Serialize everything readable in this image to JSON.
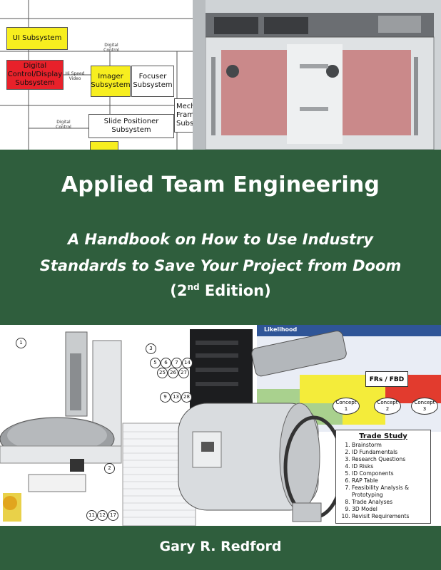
{
  "book": {
    "title": "Applied Team Engineering",
    "subtitle_line1": "A Handbook on How to Use Industry",
    "subtitle_line2": "Standards to Save Your Project from Doom",
    "edition_prefix": "(2",
    "edition_sup": "nd",
    "edition_suffix": " Edition)",
    "author": "Gary R. Redford"
  },
  "colors": {
    "band_green": "#2f5e3d",
    "block_yellow": "#f7ee1f",
    "block_red": "#e8212a",
    "title_white": "#ffffff"
  },
  "top_diagram": {
    "blocks": {
      "ui": "UI Subsystem",
      "digital_control_display": "Digital Control/Display Subsystem",
      "imager": "Imager Subsystem",
      "focuser": "Focuser Subsystem",
      "slide_positioner": "Slide Positioner Subsystem",
      "mech_partial": "Mecha Fram Subsy"
    },
    "signals": {
      "digital_control_top": "Digital Control",
      "hi_speed_video": "Hi Speed Video",
      "digital_control_left": "Digital Control"
    }
  },
  "bottom_collage": {
    "callouts": [
      "1",
      "3",
      "5",
      "6",
      "7",
      "14",
      "25",
      "26",
      "27",
      "9",
      "13",
      "28",
      "2",
      "11",
      "12",
      "17"
    ],
    "likelihood_header": "Likelihood",
    "frs_fbd": "FRs / FBD",
    "concepts": [
      {
        "label": "Concept",
        "num": "1"
      },
      {
        "label": "Concept",
        "num": "2"
      },
      {
        "label": "Concept",
        "num": "3"
      }
    ],
    "trade_study": {
      "title": "Trade Study",
      "steps": [
        "Brainstorm",
        "ID Fundamentals",
        "Research Questions",
        "ID Risks",
        "ID Components",
        "RAP Table",
        "Feasibility Analysis & Prototyping",
        "Trade Analyses",
        "3D Model",
        "Revisit Requirements"
      ]
    }
  }
}
